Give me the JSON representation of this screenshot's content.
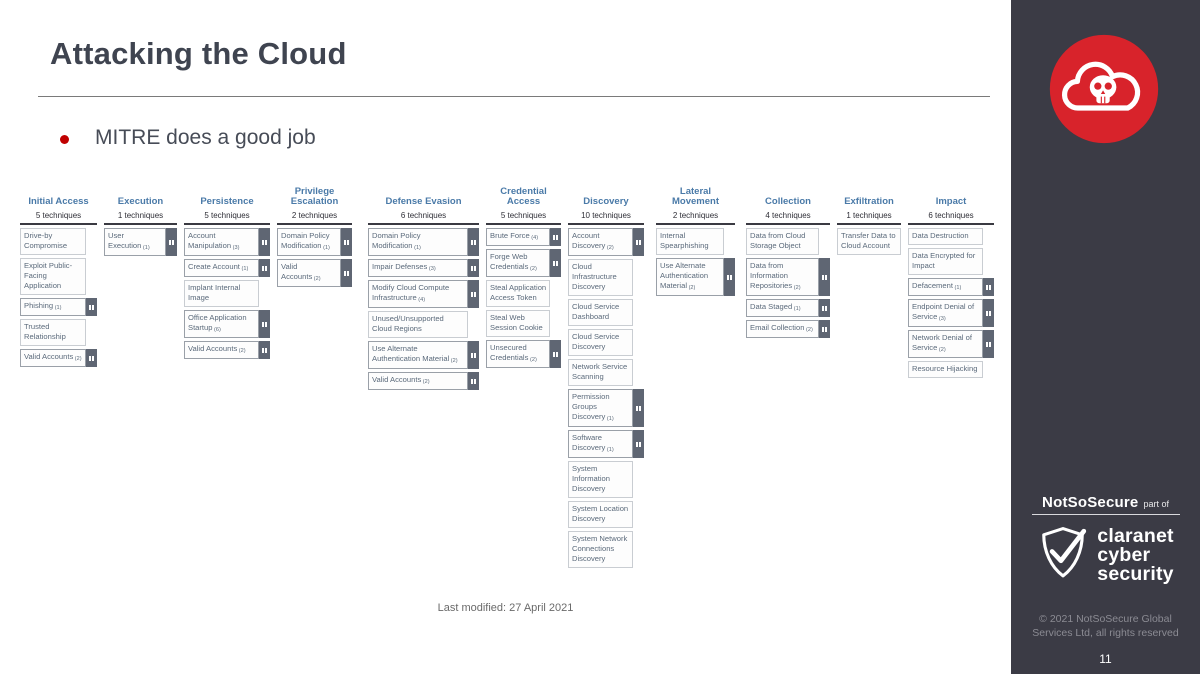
{
  "slide": {
    "title": "Attacking the Cloud",
    "bullet_text": "MITRE does a good job",
    "footer_note": "Last modified: 27 April 2021"
  },
  "sidebar": {
    "logo_icon": "cloud-skull-icon",
    "brand_name": "NotSoSecure",
    "brand_suffix": "part of",
    "brand_icon": "shield-check-icon",
    "claranet_lines": [
      "claranet",
      "cyber",
      "security"
    ],
    "copyright_lines": [
      "© 2021 NotSoSecure Global",
      "Services Ltd, all rights reserved"
    ],
    "page_number": "11"
  },
  "colors": {
    "accent_red": "#d8232b",
    "sidebar_bg": "#3b3b45",
    "header_blue": "#4a7aa8",
    "cell_text": "#5b6a7b",
    "title_text": "#3f4450",
    "strip_bg": "#5f6673"
  },
  "matrix": {
    "columns": [
      {
        "name": "Initial Access",
        "count": "5 techniques",
        "techniques": [
          {
            "label": "Drive-by Compromise"
          },
          {
            "label": "Exploit Public-Facing Application"
          },
          {
            "label": "Phishing",
            "count": "(1)",
            "expandable": true
          },
          {
            "label": "Trusted Relationship"
          },
          {
            "label": "Valid Accounts",
            "count": "(2)",
            "expandable": true
          }
        ]
      },
      {
        "name": "Execution",
        "count": "1 techniques",
        "techniques": [
          {
            "label": "User Execution",
            "count": "(1)",
            "expandable": true
          }
        ]
      },
      {
        "name": "Persistence",
        "count": "5 techniques",
        "techniques": [
          {
            "label": "Account Manipulation",
            "count": "(3)",
            "expandable": true
          },
          {
            "label": "Create Account",
            "count": "(1)",
            "expandable": true
          },
          {
            "label": "Implant Internal Image"
          },
          {
            "label": "Office Application Startup",
            "count": "(6)",
            "expandable": true
          },
          {
            "label": "Valid Accounts",
            "count": "(2)",
            "expandable": true
          }
        ]
      },
      {
        "name": "Privilege Escalation",
        "count": "2 techniques",
        "techniques": [
          {
            "label": "Domain Policy Modification",
            "count": "(1)",
            "expandable": true
          },
          {
            "label": "Valid Accounts",
            "count": "(2)",
            "expandable": true
          }
        ]
      },
      {
        "name": "Defense Evasion",
        "count": "6 techniques",
        "techniques": [
          {
            "label": "Domain Policy Modification",
            "count": "(1)",
            "expandable": true
          },
          {
            "label": "Impair Defenses",
            "count": "(3)",
            "expandable": true
          },
          {
            "label": "Modify Cloud Compute Infrastructure",
            "count": "(4)",
            "expandable": true
          },
          {
            "label": "Unused/Unsupported Cloud Regions"
          },
          {
            "label": "Use Alternate Authentication Material",
            "count": "(2)",
            "expandable": true
          },
          {
            "label": "Valid Accounts",
            "count": "(2)",
            "expandable": true
          }
        ]
      },
      {
        "name": "Credential Access",
        "count": "5 techniques",
        "techniques": [
          {
            "label": "Brute Force",
            "count": "(4)",
            "expandable": true
          },
          {
            "label": "Forge Web Credentials",
            "count": "(2)",
            "expandable": true
          },
          {
            "label": "Steal Application Access Token"
          },
          {
            "label": "Steal Web Session Cookie"
          },
          {
            "label": "Unsecured Credentials",
            "count": "(2)",
            "expandable": true
          }
        ]
      },
      {
        "name": "Discovery",
        "count": "10 techniques",
        "techniques": [
          {
            "label": "Account Discovery",
            "count": "(2)",
            "expandable": true
          },
          {
            "label": "Cloud Infrastructure Discovery"
          },
          {
            "label": "Cloud Service Dashboard"
          },
          {
            "label": "Cloud Service Discovery"
          },
          {
            "label": "Network Service Scanning"
          },
          {
            "label": "Permission Groups Discovery",
            "count": "(1)",
            "expandable": true
          },
          {
            "label": "Software Discovery",
            "count": "(1)",
            "expandable": true
          },
          {
            "label": "System Information Discovery"
          },
          {
            "label": "System Location Discovery"
          },
          {
            "label": "System Network Connections Discovery"
          }
        ]
      },
      {
        "name": "Lateral Movement",
        "count": "2 techniques",
        "techniques": [
          {
            "label": "Internal Spearphishing"
          },
          {
            "label": "Use Alternate Authentication Material",
            "count": "(2)",
            "expandable": true
          }
        ]
      },
      {
        "name": "Collection",
        "count": "4 techniques",
        "techniques": [
          {
            "label": "Data from Cloud Storage Object"
          },
          {
            "label": "Data from Information Repositories",
            "count": "(2)",
            "expandable": true
          },
          {
            "label": "Data Staged",
            "count": "(1)",
            "expandable": true
          },
          {
            "label": "Email Collection",
            "count": "(2)",
            "expandable": true
          }
        ]
      },
      {
        "name": "Exfiltration",
        "count": "1 techniques",
        "techniques": [
          {
            "label": "Transfer Data to Cloud Account"
          }
        ]
      },
      {
        "name": "Impact",
        "count": "6 techniques",
        "techniques": [
          {
            "label": "Data Destruction"
          },
          {
            "label": "Data Encrypted for Impact"
          },
          {
            "label": "Defacement",
            "count": "(1)",
            "expandable": true
          },
          {
            "label": "Endpoint Denial of Service",
            "count": "(3)",
            "expandable": true
          },
          {
            "label": "Network Denial of Service",
            "count": "(2)",
            "expandable": true
          },
          {
            "label": "Resource Hijacking"
          }
        ]
      }
    ]
  }
}
